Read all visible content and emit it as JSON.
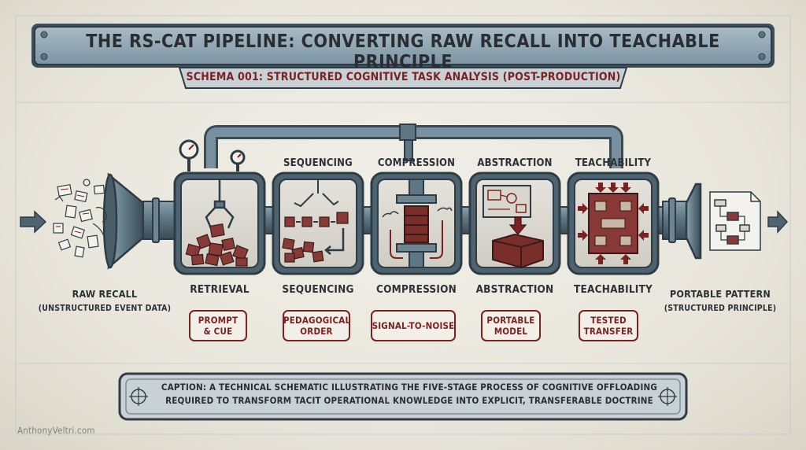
{
  "title": "THE RS-CAT PIPELINE: CONVERTING RAW RECALL INTO TEACHABLE PRINCIPLE",
  "subtitle": "SCHEMA 001: STRUCTURED COGNITIVE TASK ANALYSIS (POST-PRODUCTION)",
  "input": {
    "title": "RAW RECALL",
    "subtitle": "(UNSTRUCTURED EVENT DATA)",
    "icon": "scattered-documents-icon"
  },
  "output": {
    "title": "PORTABLE PATTERN",
    "subtitle": "(STRUCTURED PRINCIPLE)",
    "icon": "flowchart-document-icon"
  },
  "stages": [
    {
      "top_label": "",
      "label": "RETRIEVAL",
      "tag_line1": "PROMPT",
      "tag_line2": "& CUE",
      "icon": "claw-grabber-icon"
    },
    {
      "top_label": "SEQUENCING",
      "label": "SEQUENCING",
      "tag_line1": "PEDAGOGICAL",
      "tag_line2": "ORDER",
      "icon": "sorting-conveyor-icon"
    },
    {
      "top_label": "COMPRESSION",
      "label": "COMPRESSION",
      "tag_line1": "SIGNAL-TO-NOISE",
      "tag_line2": "",
      "icon": "press-compressor-icon"
    },
    {
      "top_label": "ABSTRACTION",
      "label": "ABSTRACTION",
      "tag_line1": "PORTABLE",
      "tag_line2": "MODEL",
      "icon": "blueprint-block-icon"
    },
    {
      "top_label": "TEACHABILITY",
      "label": "TEACHABILITY",
      "tag_line1": "TESTED",
      "tag_line2": "TRANSFER",
      "icon": "arrows-to-grid-icon"
    }
  ],
  "caption_line1": "CAPTION: A TECHNICAL SCHEMATIC ILLUSTRATING THE FIVE-STAGE PROCESS OF COGNITIVE OFFLOADING",
  "caption_line2": "REQUIRED TO TRANSFORM TACIT OPERATIONAL KNOWLEDGE INTO EXPLICIT, TRANSFERABLE DOCTRINE",
  "watermark": "AnthonyVeltri.com",
  "colors": {
    "steel": "#5b7280",
    "steel_dark": "#2f3c45",
    "maroon": "#7a2222",
    "paper": "#ebe8df",
    "ink": "#2d3136"
  }
}
